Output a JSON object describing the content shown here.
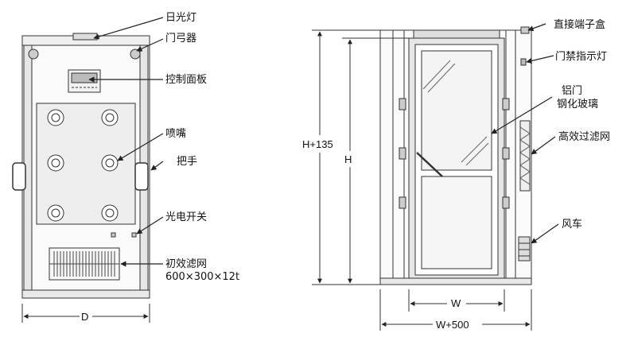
{
  "front_view": {
    "labels": {
      "daylight_lamp": "日光灯",
      "door_closer": "门弓器",
      "control_panel": "控制面板",
      "nozzle": "喷嘴",
      "handle": "把手",
      "photo_switch": "光电开关",
      "primary_filter": "初效滤网",
      "primary_filter_size": "600×300×12t"
    },
    "dimension_d": "D"
  },
  "side_view": {
    "labels": {
      "terminal_box": "直接端子盒",
      "access_indicator": "门禁指示灯",
      "aluminum_door": "铝门",
      "tempered_glass": "钢化玻璃",
      "hepa_filter": "高效过滤网",
      "fan": "风车"
    },
    "dimension_h135": "H+135",
    "dimension_h": "H",
    "dimension_w": "W",
    "dimension_w500": "W+500"
  },
  "colors": {
    "line": "#333333",
    "panel_fill": "#eeeeee",
    "frame_fill": "#e6e6e6",
    "glass_fill": "#f4f4f4"
  }
}
